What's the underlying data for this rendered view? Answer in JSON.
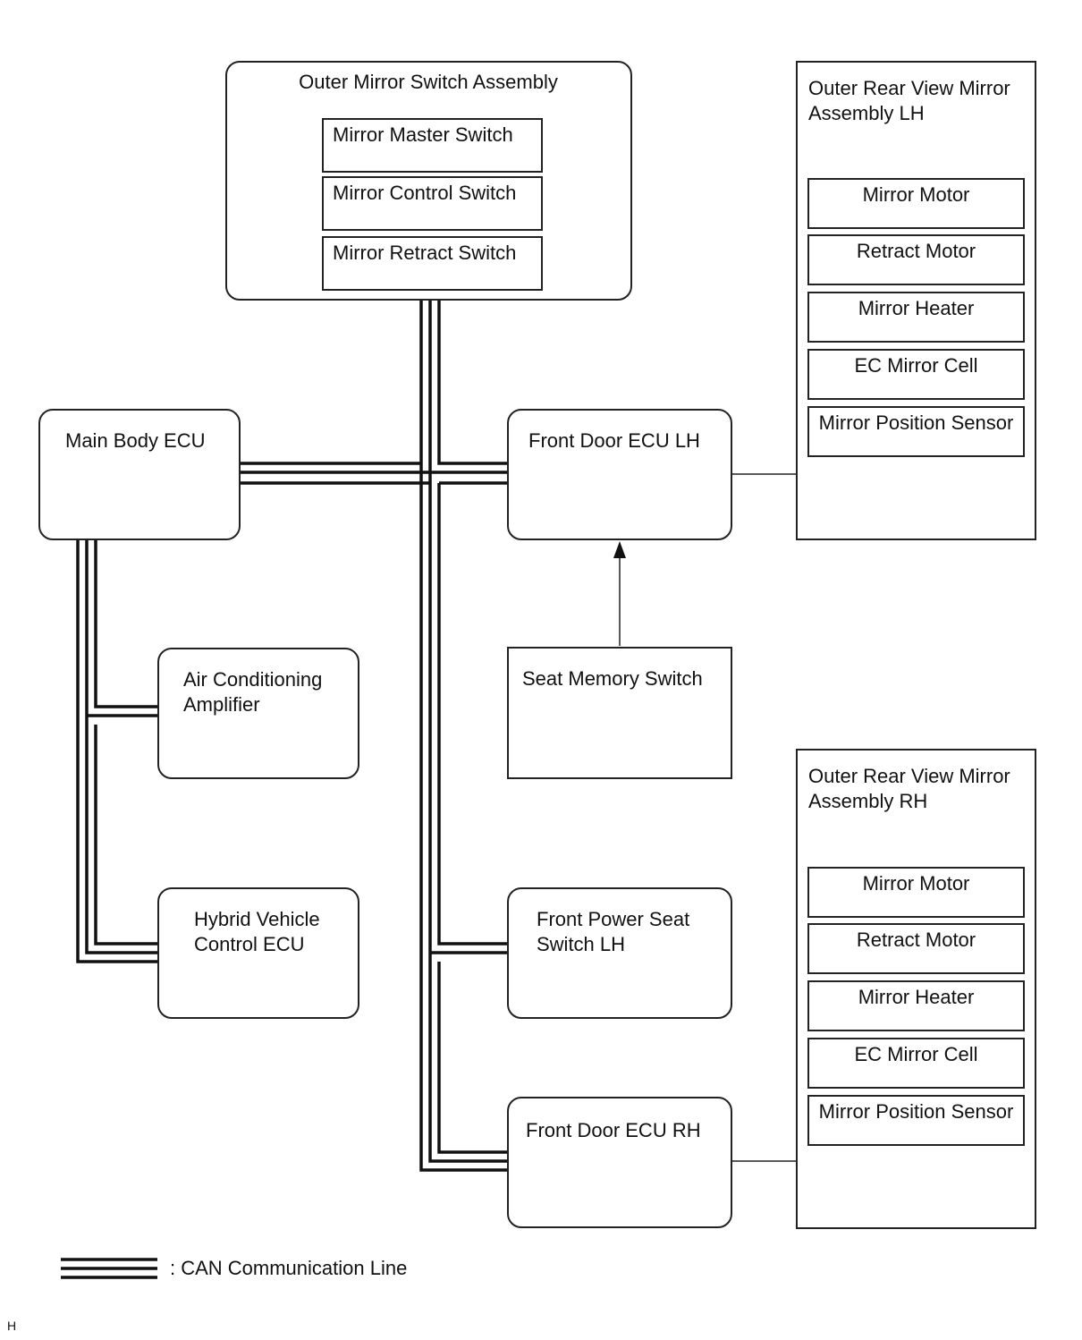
{
  "outer_mirror_switch_assembly": {
    "title": "Outer Mirror Switch Assembly",
    "switches": [
      "Mirror Master Switch",
      "Mirror Control Switch",
      "Mirror Retract Switch"
    ]
  },
  "ecus": {
    "main_body": "Main Body ECU",
    "front_door_lh": "Front Door ECU LH",
    "seat_memory_switch": "Seat Memory Switch",
    "air_conditioning": "Air Conditioning\nAmplifier",
    "hybrid_vehicle": "Hybrid Vehicle\nControl ECU",
    "front_power_seat": "Front Power Seat\nSwitch LH",
    "front_door_rh": "Front Door ECU RH"
  },
  "mirror_lh": {
    "title": "Outer Rear View Mirror\nAssembly LH",
    "parts": [
      "Mirror Motor",
      "Retract Motor",
      "Mirror Heater",
      "EC Mirror Cell",
      "Mirror Position Sensor"
    ]
  },
  "mirror_rh": {
    "title": "Outer Rear View Mirror\nAssembly RH",
    "parts": [
      "Mirror Motor",
      "Retract Motor",
      "Mirror Heater",
      "EC Mirror Cell",
      "Mirror Position Sensor"
    ]
  },
  "legend": {
    "can_line": ": CAN Communication Line"
  },
  "corner_mark": "H"
}
